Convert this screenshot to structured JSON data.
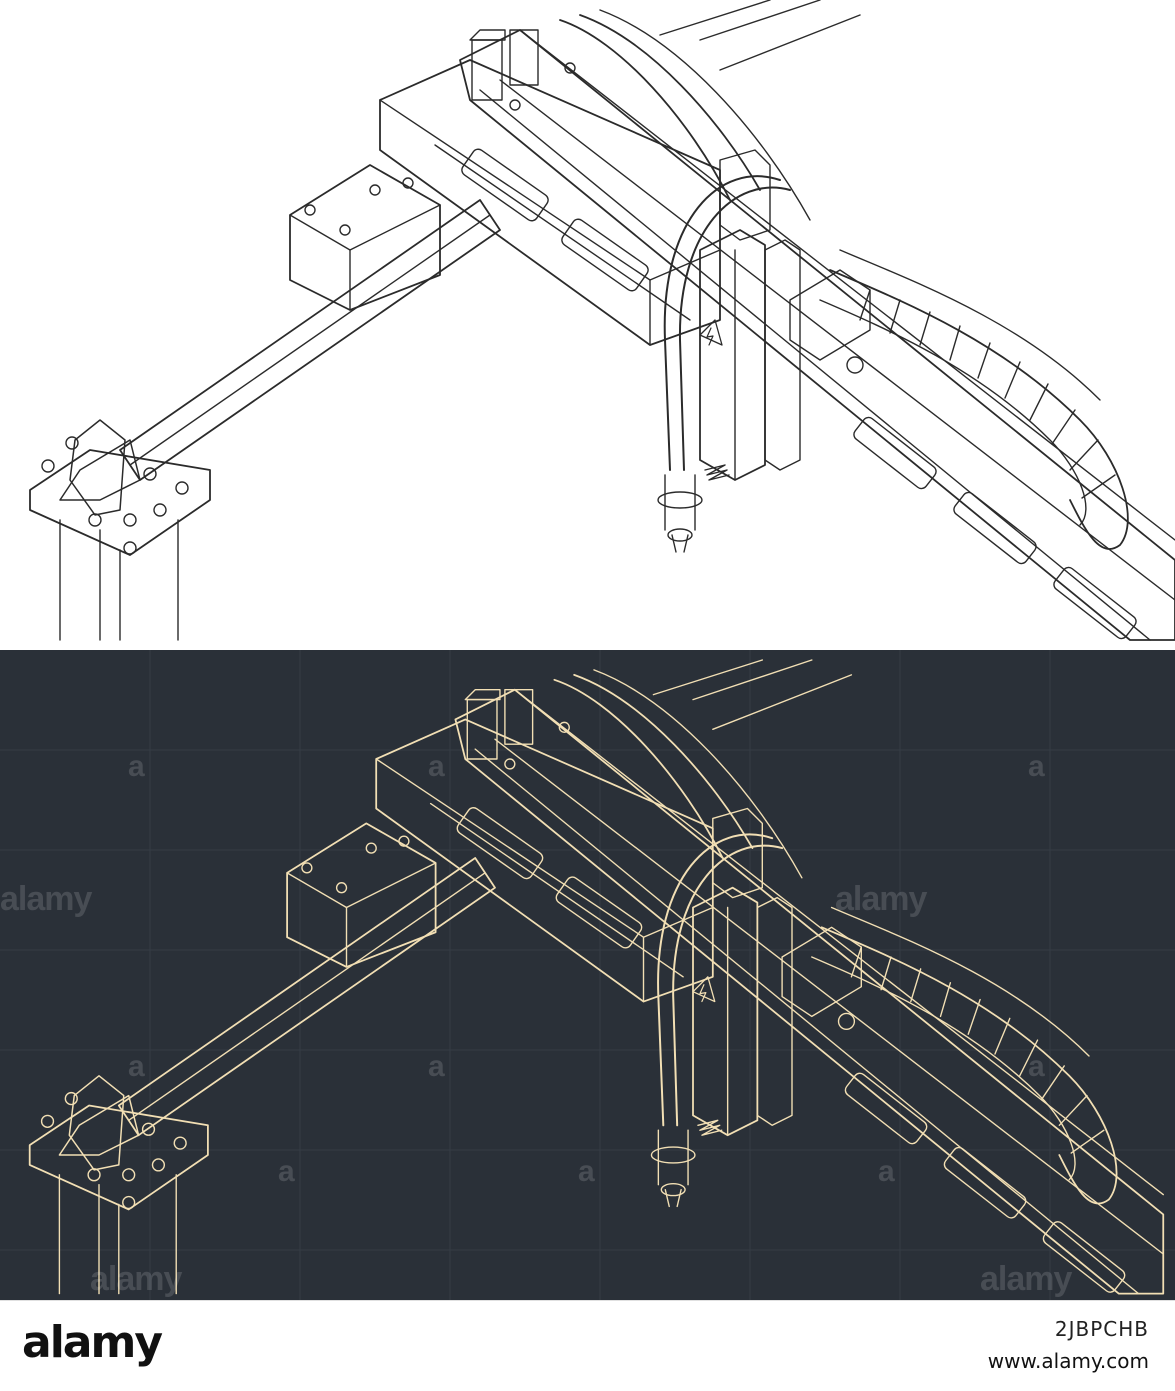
{
  "colors": {
    "light_background": "#ffffff",
    "light_line": "#2b2b2b",
    "dark_background": "#2a3038",
    "dark_line": "#f2dfb4"
  },
  "watermark": {
    "word": "alamy",
    "letter": "a"
  },
  "warning_sign": {
    "icon": "lightning-bolt-icon"
  },
  "footer": {
    "brand": "alamy",
    "image_id": "2JBPCHB",
    "url": "www.alamy.com"
  }
}
